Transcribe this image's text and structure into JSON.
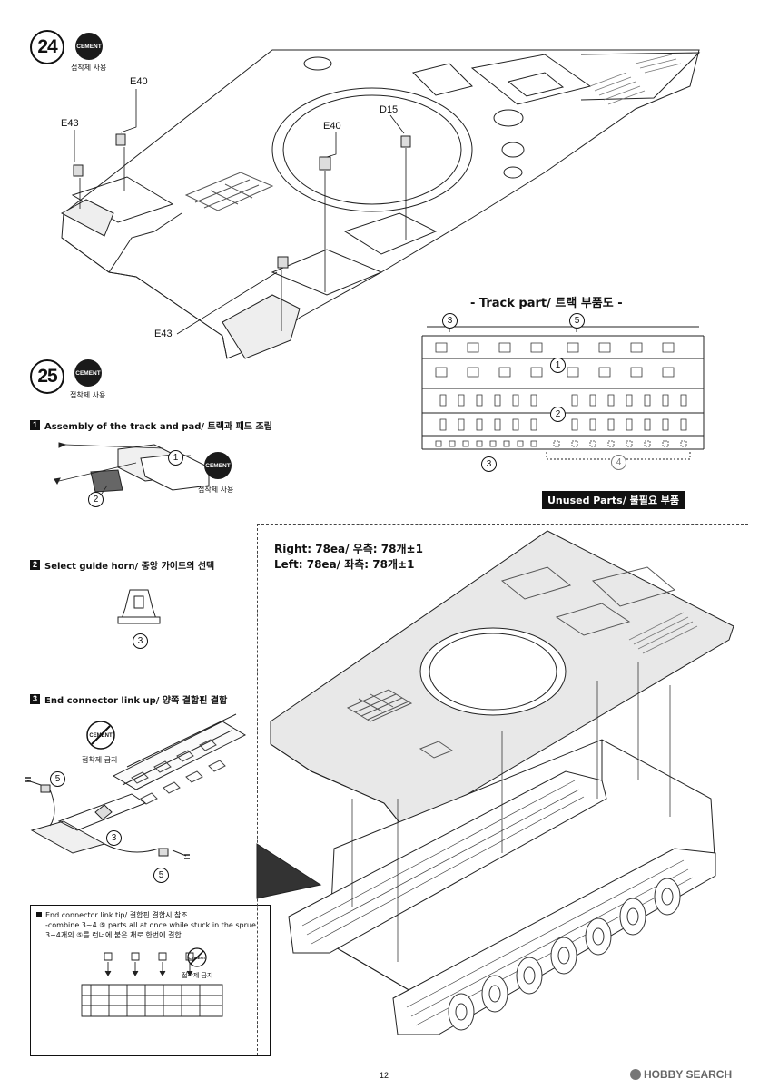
{
  "step24": {
    "number": "24",
    "cement": {
      "icon_text": "CEMENT",
      "label": "접착제 사용"
    },
    "parts": [
      "E40",
      "E43",
      "E40",
      "D15",
      "E43"
    ]
  },
  "step25": {
    "number": "25",
    "cement": {
      "icon_text": "CEMENT",
      "label": "접착제 사용"
    }
  },
  "track_sprue": {
    "title": "- Track part/ 트랙 부품도 -",
    "markers": [
      "3",
      "5",
      "1",
      "2",
      "3",
      "4"
    ],
    "unused_label": "Unused Parts/ 불필요 부품"
  },
  "sections": [
    {
      "num": "1",
      "title": "Assembly of the track and pad/ 트랙과 패드 조립",
      "part_markers": [
        "1",
        "2"
      ],
      "cement": {
        "icon_text": "CEMENT",
        "label": "접착제 사용"
      }
    },
    {
      "num": "2",
      "title": "Select guide horn/ 중앙 가이드의 선택",
      "part_markers": [
        "3"
      ]
    },
    {
      "num": "3",
      "title": "End connector link up/ 양쪽 결합핀 결합",
      "part_markers": [
        "5",
        "3",
        "5"
      ],
      "no_cement": {
        "label": "접착제 금지"
      }
    }
  ],
  "counts": {
    "right": {
      "side": "Right:",
      "qty": "78ea/ 우측: 78개±1"
    },
    "left": {
      "side": "Left:",
      "qty": "78ea/ 좌측: 78개±1"
    }
  },
  "note": {
    "lines": [
      "End connector link tip/ 결합핀 결합시 참조",
      "-combine 3~4 ⑤ parts all at once while stuck in the sprue",
      "3~4개의 ⑤를 런너에 붙은 채로 한번에 결합"
    ],
    "no_cement_label": "접착제 금지"
  },
  "page_number": "12",
  "watermark": "HOBBY SEARCH"
}
